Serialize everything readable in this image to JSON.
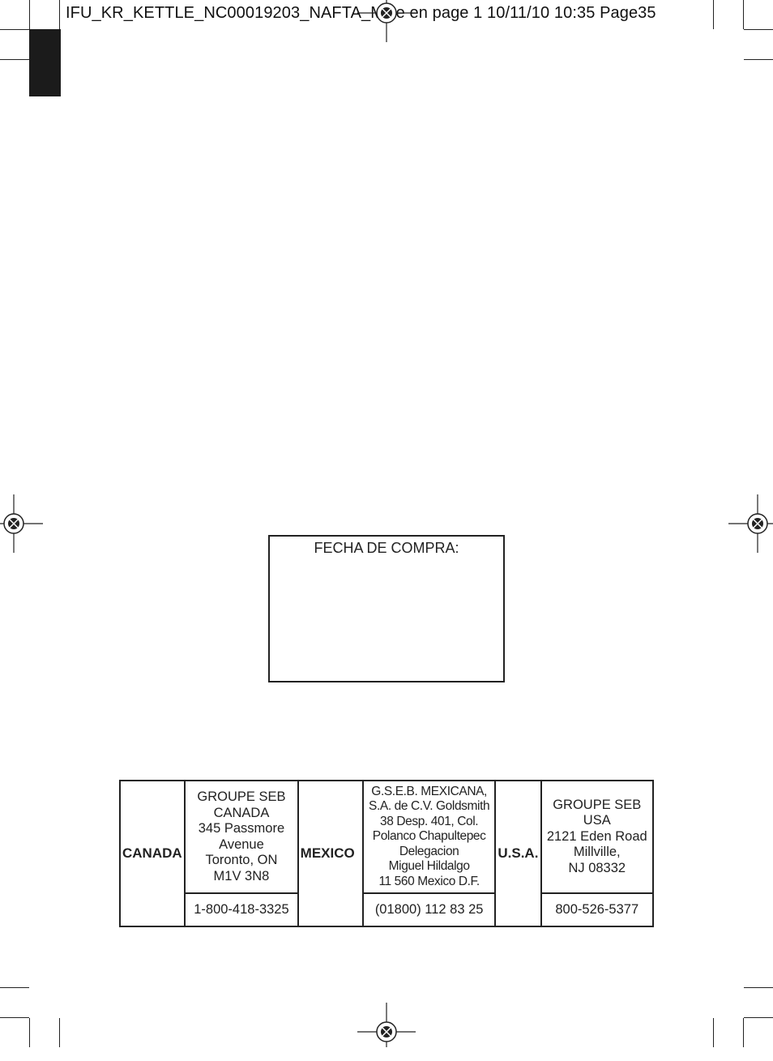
{
  "header": {
    "slug": "IFU_KR_KETTLE_NC00019203_NAFTA_Mise en page 1  10/11/10  10:35  Page35"
  },
  "purchase_box": {
    "label": "FECHA DE COMPRA:"
  },
  "contacts": {
    "canada": {
      "country": "CANADA",
      "address": [
        "GROUPE SEB",
        "CANADA",
        "345 Passmore",
        "Avenue",
        "Toronto, ON",
        "M1V 3N8"
      ],
      "phone": "1-800-418-3325"
    },
    "mexico": {
      "country": "MEXICO",
      "address": [
        "G.S.E.B.  MEXICANA,",
        "S.A. de C.V. Goldsmith",
        "38 Desp. 401, Col.",
        "Polanco Chapultepec",
        "Delegacion",
        "Miguel Hildalgo",
        "11 560 Mexico D.F."
      ],
      "phone": "(01800) 112 83 25"
    },
    "usa": {
      "country": "U.S.A.",
      "address": [
        "GROUPE SEB",
        "USA",
        "2121 Eden Road",
        "Millville,",
        "NJ 08332"
      ],
      "phone": "800-526-5377"
    }
  }
}
